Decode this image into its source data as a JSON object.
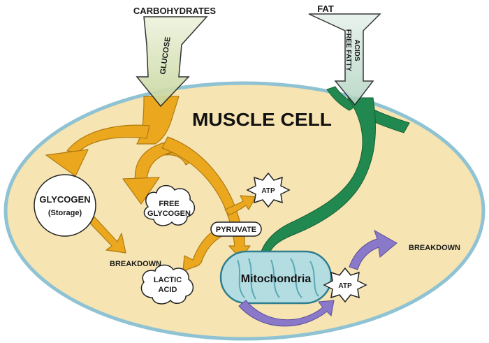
{
  "labels": {
    "carbohydrates": "CARBOHYDRATES",
    "glucose": "GLUCOSE",
    "fat": "FAT",
    "free_fatty_acids_1": "FREE FATTY",
    "free_fatty_acids_2": "ACIDS",
    "title": "MUSCLE CELL",
    "glycogen": "GLYCOGEN",
    "storage": "(Storage)",
    "breakdown_left": "BREAKDOWN",
    "free_glycogen_1": "FREE",
    "free_glycogen_2": "GLYCOGEN",
    "atp_top": "ATP",
    "pyruvate": "PYRUVATE",
    "lactic_acid_1": "LACTIC",
    "lactic_acid_2": "ACID",
    "mitochondria": "Mitochondria",
    "atp_bottom": "ATP",
    "breakdown_right": "BREAKDOWN"
  },
  "colors": {
    "cell_fill": "#f6e4b2",
    "cell_border": "#8fc3d3",
    "glucose_path": "#eba81f",
    "fat_path": "#21894f",
    "mito_fill": "#b4dde2",
    "mito_outline": "#2f7d8e",
    "atp_path": "#8a79c8",
    "carb_funnel": "#dde8c0",
    "fat_funnel": "#cfe4da"
  }
}
